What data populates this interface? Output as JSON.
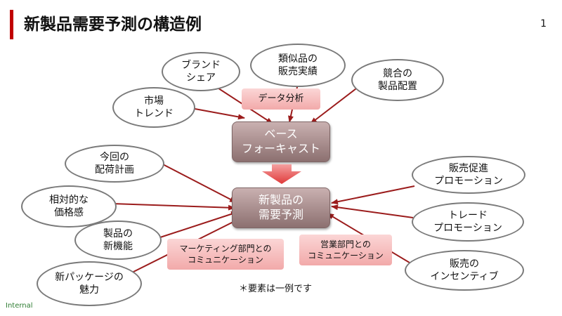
{
  "slide": {
    "title": "新製品需要予測の構造例",
    "page_number": "1",
    "classification": "Internal"
  },
  "core": {
    "base_forecast": "ベース\nフォーキャスト",
    "new_product_forecast": "新製品の\n需要予測"
  },
  "inputs_top": [
    {
      "id": "brand-share",
      "label": "ブランド\nシェア"
    },
    {
      "id": "similar-sales",
      "label": "類似品の\n販売実績"
    },
    {
      "id": "competitor-placement",
      "label": "競合の\n製品配置"
    },
    {
      "id": "market-trend",
      "label": "市場\nトレンド"
    }
  ],
  "inputs_left": [
    {
      "id": "shipment-plan",
      "label": "今回の\n配荷計画"
    },
    {
      "id": "relative-price",
      "label": "相対的な\n価格感"
    },
    {
      "id": "new-function",
      "label": "製品の\n新機能"
    },
    {
      "id": "new-package",
      "label": "新パッケージの\n魅力"
    }
  ],
  "inputs_right": [
    {
      "id": "sales-promotion",
      "label": "販売促進\nプロモーション"
    },
    {
      "id": "trade-promotion",
      "label": "トレード\nプロモーション"
    },
    {
      "id": "sales-incentive",
      "label": "販売の\nインセンティブ"
    }
  ],
  "tags": {
    "data_analysis": "データ分析",
    "marketing_communication": "マーケティング部門との\nコミュニケーション",
    "sales_communication": "営業部門との\nコミュニケーション"
  },
  "footnote": "＊要素は一例です",
  "colors": {
    "accent": "#c00000",
    "arrow": "#9b1c1c",
    "core_box": "#a88a8a",
    "tag_fill": "#f6bcbc",
    "internal_text": "#2e7d32"
  }
}
